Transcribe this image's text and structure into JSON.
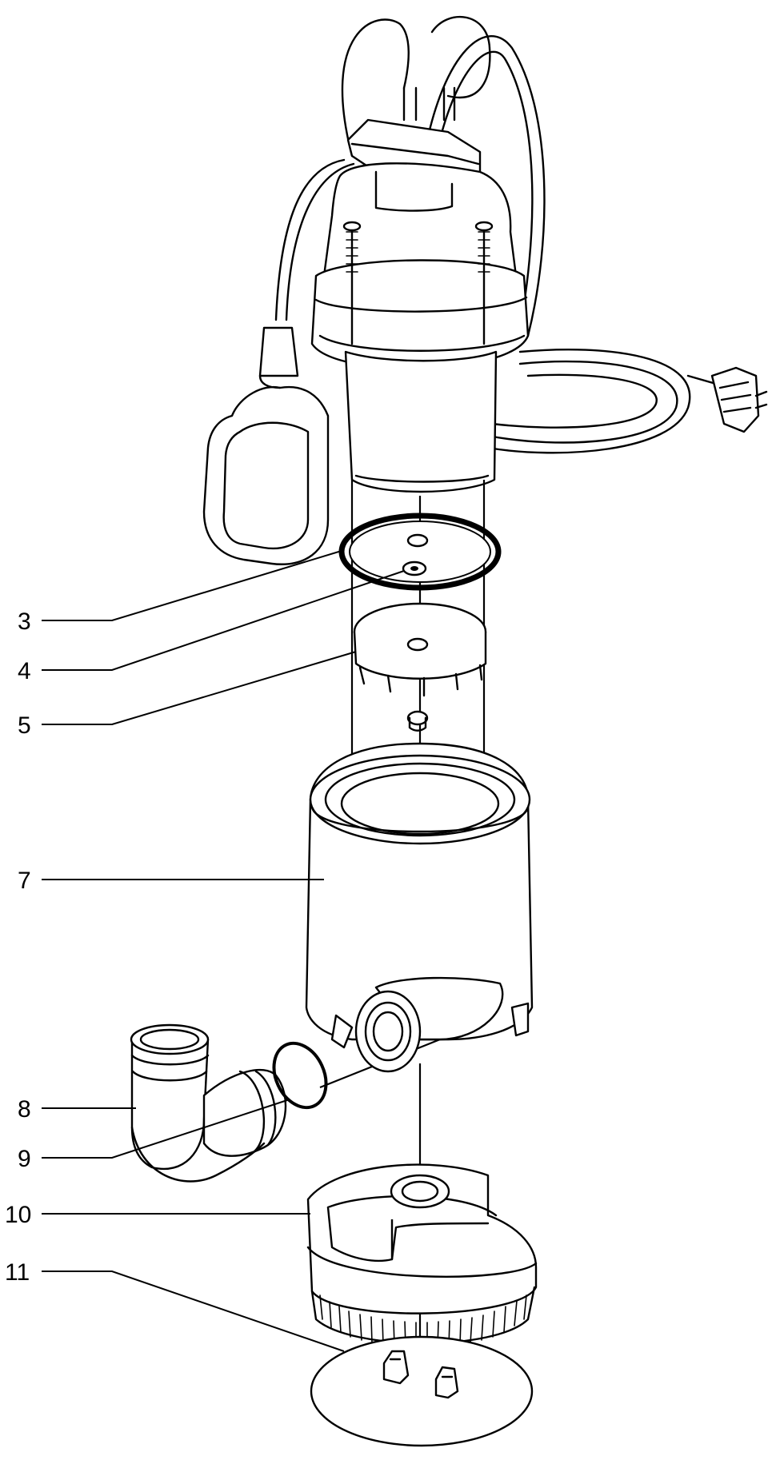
{
  "callouts": [
    {
      "id": "3",
      "label": "3"
    },
    {
      "id": "4",
      "label": "4"
    },
    {
      "id": "5",
      "label": "5"
    },
    {
      "id": "7",
      "label": "7"
    },
    {
      "id": "8",
      "label": "8"
    },
    {
      "id": "9",
      "label": "9"
    },
    {
      "id": "10",
      "label": "10"
    },
    {
      "id": "11",
      "label": "11"
    }
  ],
  "colors": {
    "line": "#000000",
    "background": "#ffffff"
  }
}
